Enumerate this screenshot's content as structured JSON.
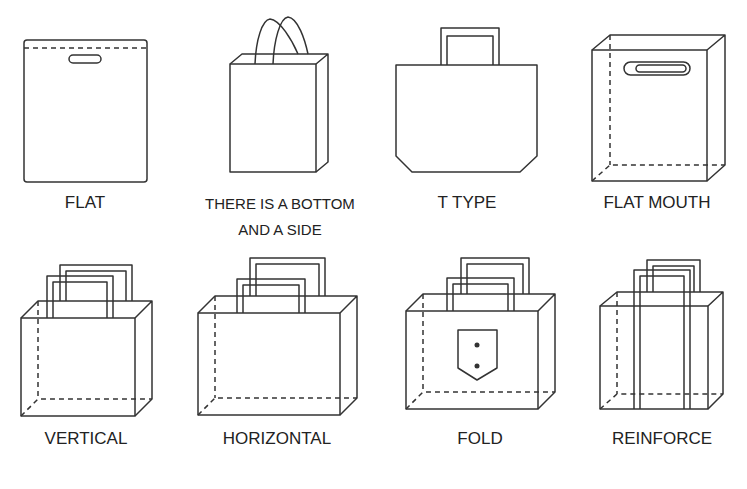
{
  "diagram": {
    "labels": [
      "FLAT",
      "THERE IS A BOTTOM AND A SIDE",
      "T TYPE",
      "FLAT MOUTH",
      "VERTICAL",
      "HORIZONTAL",
      "FOLD",
      "REINFORCE"
    ]
  }
}
